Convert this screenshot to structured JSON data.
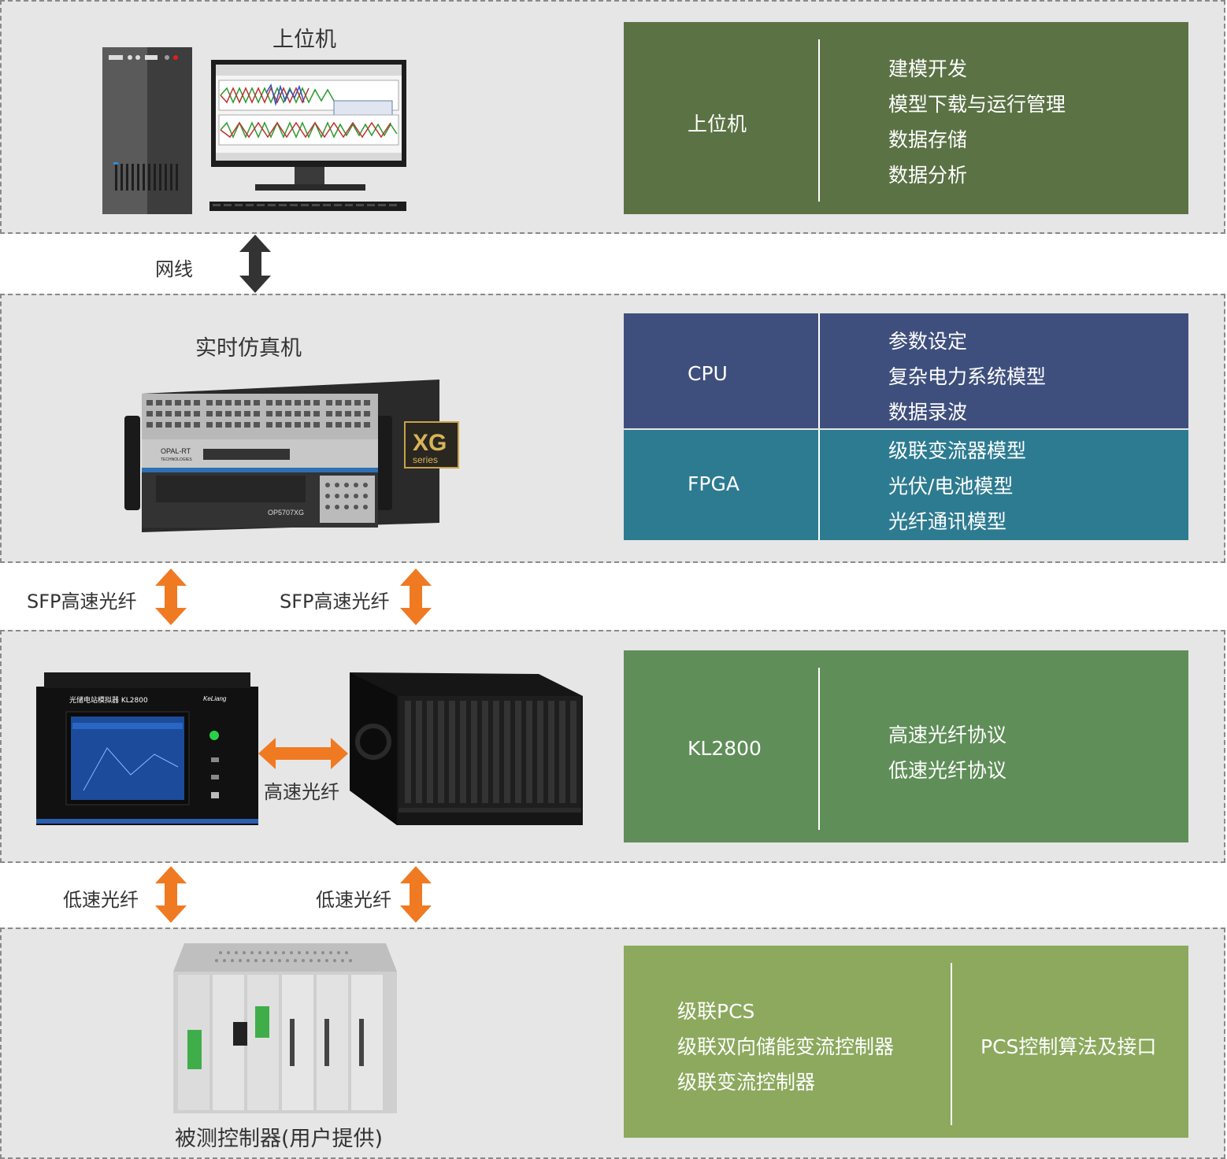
{
  "colors": {
    "host_panel": "#5b7245",
    "cpu_panel": "#3f4f7d",
    "fpga_panel": "#2d7b91",
    "kl_panel": "#5f8e58",
    "ctrl_panel": "#8ca95e",
    "orange_arrow": "#f07a22",
    "black_arrow": "#333333",
    "section_bg": "#e6e6e6"
  },
  "host": {
    "caption": "上位机",
    "panel": {
      "left": "上位机",
      "items": [
        "建模开发",
        "模型下载与运行管理",
        "数据存储",
        "数据分析"
      ]
    }
  },
  "link1": {
    "label": "网线"
  },
  "rt": {
    "caption": "实时仿真机",
    "cpu": {
      "left": "CPU",
      "items": [
        "参数设定",
        "复杂电力系统模型",
        "数据录波"
      ]
    },
    "fpga": {
      "left": "FPGA",
      "items": [
        "级联变流器模型",
        "光伏/电池模型",
        "光纤通讯模型"
      ]
    },
    "badge_big": "XG",
    "badge_small": "series",
    "brand": "OPAL-RT",
    "brand_sub": "TECHNOLOGIES",
    "model": "OP5707XG"
  },
  "link2": {
    "left_label": "SFP高速光纤",
    "right_label": "SFP高速光纤"
  },
  "kl": {
    "inner_link": "高速光纤",
    "device_title": "光储电站模拟器 KL2800",
    "device_brand": "KeLiang",
    "panel": {
      "left": "KL2800",
      "items": [
        "高速光纤协议",
        "低速光纤协议"
      ]
    }
  },
  "link3": {
    "left_label": "低速光纤",
    "right_label": "低速光纤"
  },
  "ctrl": {
    "caption": "被测控制器(用户提供)",
    "panel": {
      "items": [
        "级联PCS",
        "级联双向储能变流控制器",
        "级联变流控制器"
      ],
      "right": "PCS控制算法及接口"
    }
  }
}
